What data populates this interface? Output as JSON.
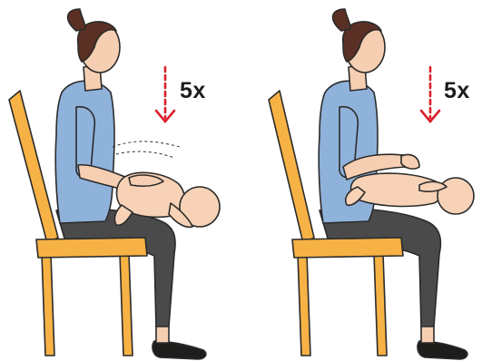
{
  "panels": [
    {
      "step": "back-blows",
      "repeat_label": "5x"
    },
    {
      "step": "chest-thrusts",
      "repeat_label": "5x"
    }
  ],
  "colors": {
    "chair": "#f7b245",
    "chair_outline": "#2b2b2b",
    "shirt": "#8fb2da",
    "pants": "#4a4a4a",
    "skin": "#f6cfb2",
    "hair": "#5a3024",
    "baby": "#f7d2b6",
    "arrow": "#d91f2a"
  },
  "icons": {
    "arrow": "dashed-down-arrow-icon",
    "shoe": "black-flat-shoe-icon"
  }
}
